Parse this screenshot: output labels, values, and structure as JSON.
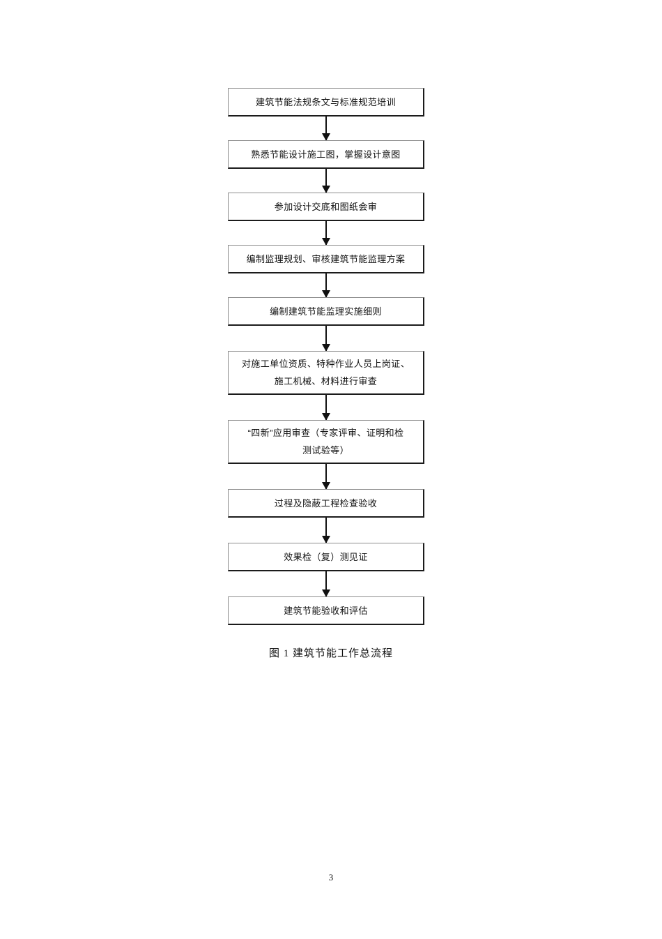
{
  "document": {
    "page_number": "3",
    "figure_caption": "图 1  建筑节能工作总流程"
  },
  "flowchart": {
    "title": "建筑节能工作总流程",
    "orientation": "top-to-bottom",
    "connector_icon": "down-arrow-icon",
    "nodes": [
      {
        "id": "node-1",
        "lines": [
          "建筑节能法规条文与标准规范培训"
        ]
      },
      {
        "id": "node-2",
        "lines": [
          "熟悉节能设计施工图，掌握设计意图"
        ]
      },
      {
        "id": "node-3",
        "lines": [
          "参加设计交底和图纸会审"
        ]
      },
      {
        "id": "node-4",
        "lines": [
          "编制监理规划、审核建筑节能监理方案"
        ]
      },
      {
        "id": "node-5",
        "lines": [
          "编制建筑节能监理实施细则"
        ]
      },
      {
        "id": "node-6",
        "lines": [
          "对施工单位资质、特种作业人员上岗证、",
          "施工机械、材料进行审查"
        ]
      },
      {
        "id": "node-7",
        "lines": [
          "“四新”应用审查（专家评审、证明和检",
          "测试验等）"
        ]
      },
      {
        "id": "node-8",
        "lines": [
          "过程及隐蔽工程检查验收"
        ]
      },
      {
        "id": "node-9",
        "lines": [
          "效果检（复）测见证"
        ]
      },
      {
        "id": "node-10",
        "lines": [
          "建筑节能验收和评估"
        ]
      }
    ]
  },
  "colors": {
    "page_background": "#ffffff",
    "node_border_light": "#8d8d8d",
    "node_border_dark": "#1b1b1b",
    "text": "#121212",
    "arrow": "#111111"
  }
}
